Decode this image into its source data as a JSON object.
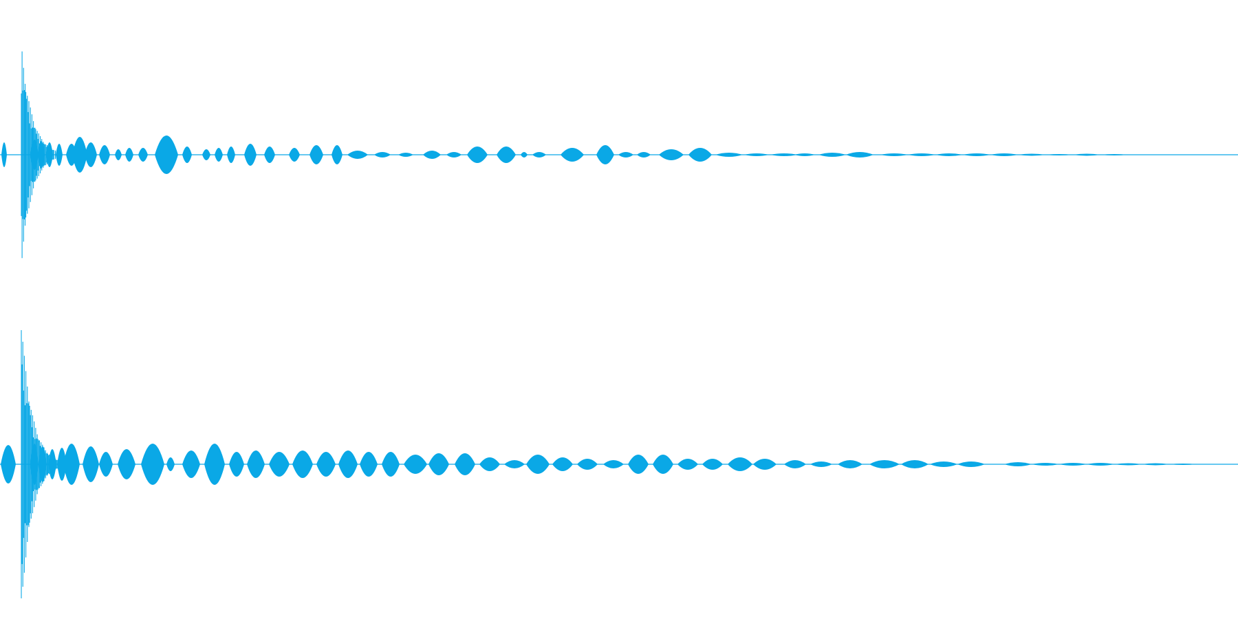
{
  "waveform": {
    "color": "#0aa8e6",
    "background": "#ffffff",
    "channel_count": 2,
    "channels": [
      {
        "id": "channel-1",
        "peak_amplitude": 1.0,
        "transient_sample_fraction": 0.019
      },
      {
        "id": "channel-2",
        "peak_amplitude": 1.0,
        "transient_sample_fraction": 0.019
      }
    ]
  }
}
